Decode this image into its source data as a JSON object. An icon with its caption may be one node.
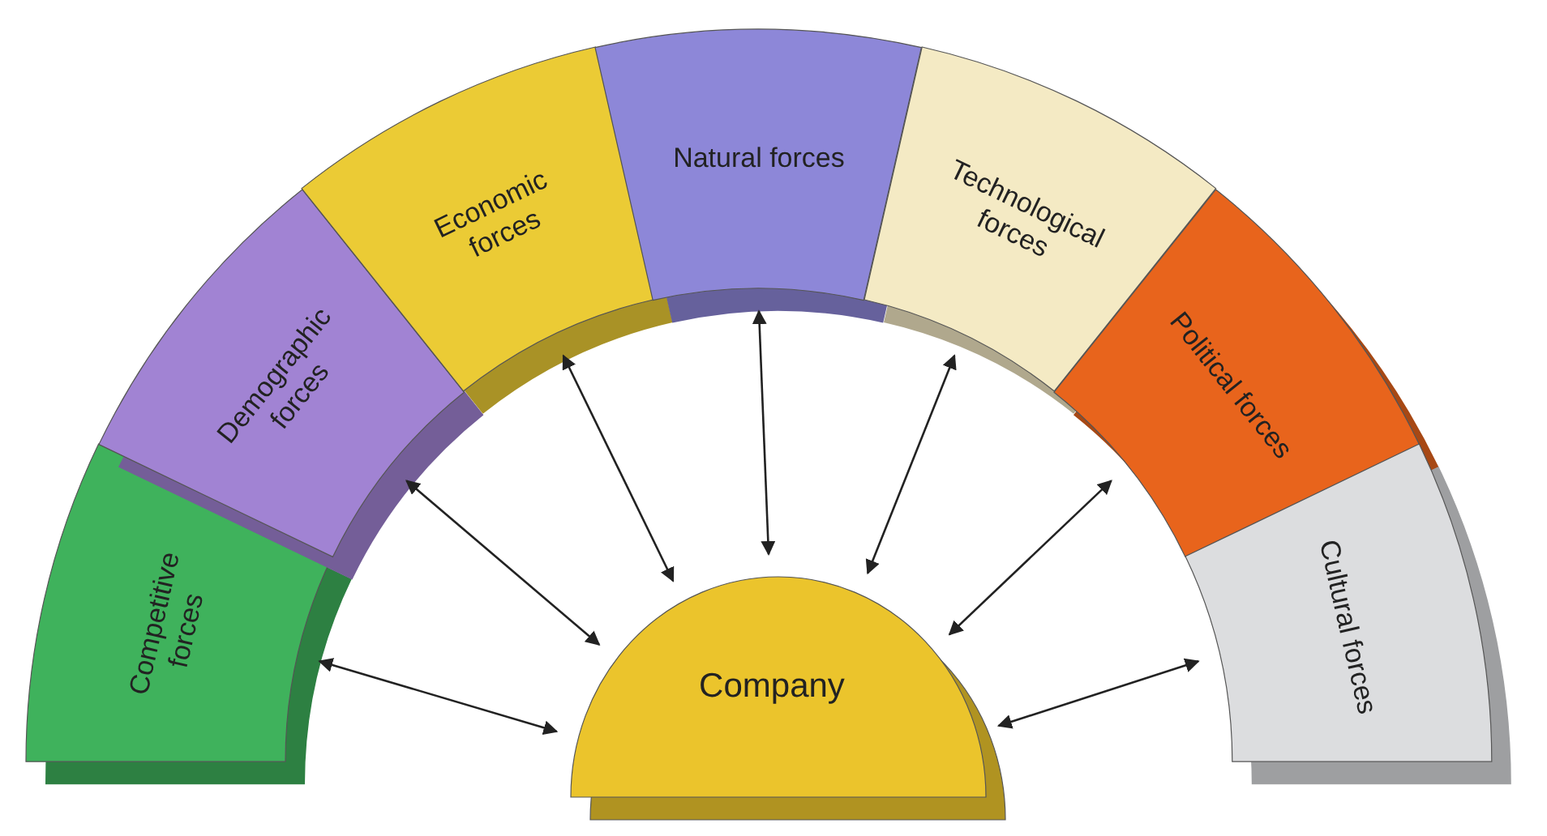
{
  "diagram": {
    "nodes": [
      {
        "text": [
          "Competitive forces"
        ]
      },
      {
        "text": [
          "Demographic forces"
        ]
      },
      {
        "text": [
          "Economic forces"
        ]
      },
      {
        "text": [
          "Natural forces"
        ]
      },
      {
        "text": [
          "Technological forces"
        ]
      },
      {
        "text": [
          "Political forces"
        ]
      },
      {
        "text": [
          "Cultural forces"
        ]
      },
      {
        "text": [
          "Company"
        ]
      }
    ],
    "edges": [
      {
        "from": 0,
        "to": 7,
        "arrow": "both"
      },
      {
        "from": 1,
        "to": 7,
        "arrow": "both"
      },
      {
        "from": 2,
        "to": 7,
        "arrow": "both"
      },
      {
        "from": 3,
        "to": 7,
        "arrow": "both"
      },
      {
        "from": 4,
        "to": 7,
        "arrow": "both"
      },
      {
        "from": 5,
        "to": 7,
        "arrow": "both"
      },
      {
        "from": 6,
        "to": 7,
        "arrow": "both"
      }
    ]
  }
}
